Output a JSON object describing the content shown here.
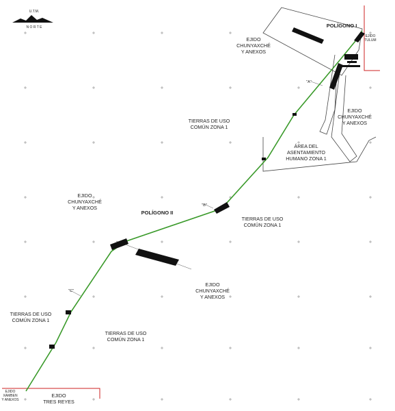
{
  "north_arrow": {
    "top_label": "U.T.M.",
    "bottom_label": "N O R T E"
  },
  "polygons": {
    "p1": "POLÍGONO I",
    "p2": "POLÍGONO II"
  },
  "markers": {
    "a": "\"A\"",
    "b": "\"B\"",
    "c": "\"C\""
  },
  "labels": {
    "ejido_top": [
      "EJIDO",
      "CHUNYAXCHÉ",
      "Y ANEXOS"
    ],
    "ejido_tulum": [
      "EJIDO",
      "TULUM"
    ],
    "ejido_right": [
      "EJIDO",
      "CHUNYAXCHÉ",
      "Y ANEXOS"
    ],
    "tierras_top": [
      "TIERRAS DE USO",
      "COMÚN ZONA 1"
    ],
    "area_asentamiento": [
      "ÁREA DEL",
      "ASENTAMIENTO",
      "HUMANO ZONA 1"
    ],
    "ejido_left": [
      "EJIDO",
      "CHUNYAXCHÉ",
      "Y ANEXOS"
    ],
    "tierras_mid": [
      "TIERRAS DE USO",
      "COMÚN ZONA 1"
    ],
    "ejido_center": [
      "EJIDO",
      "CHUNYAXCHÉ",
      "Y ANEXOS"
    ],
    "tierras_left": [
      "TIERRAS DE USO",
      "COMÚN ZONA 1"
    ],
    "tierras_bottom": [
      "TIERRAS DE USO",
      "COMÚN ZONA 1"
    ],
    "ejido_kamben": [
      "EJIDO",
      "XAMBEN",
      "Y ANEXOS"
    ],
    "ejido_tres_reyes": [
      "EJIDO",
      "TRES REYES"
    ]
  },
  "colors": {
    "route": "#3a9a2a",
    "boundary": "#cc2222",
    "lines": "#444444",
    "grid": "#888888"
  },
  "icons": {
    "north": "north-arrow-icon"
  }
}
